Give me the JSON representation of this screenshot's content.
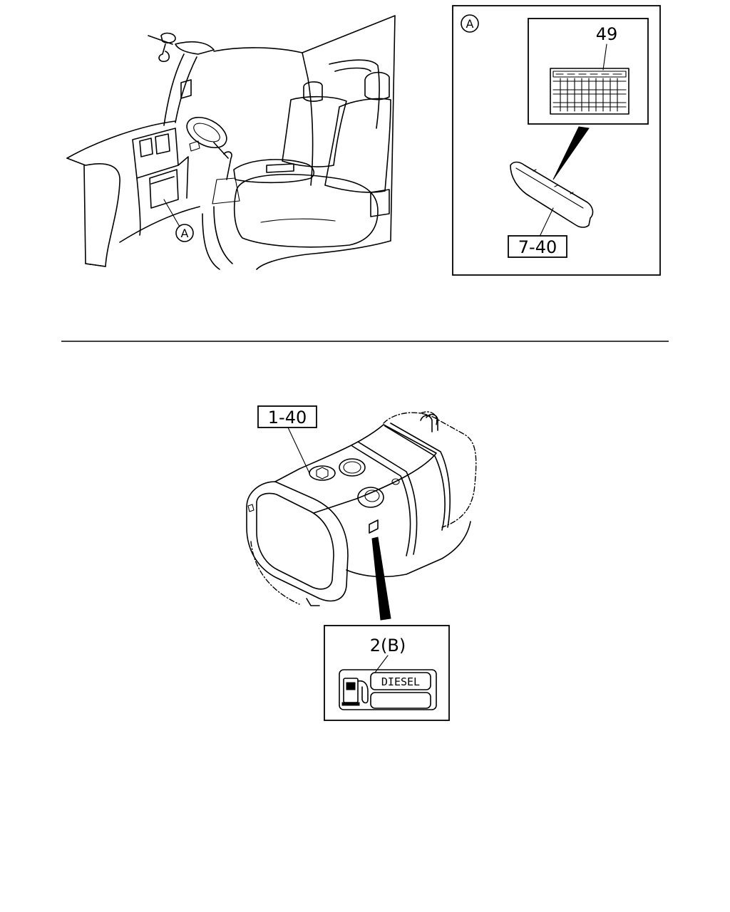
{
  "callouts": {
    "view_marker": "A",
    "view_header": "A",
    "part_plate": "49",
    "part_lid": "7-40",
    "part_tank": "1-40",
    "part_label": "2(B)"
  },
  "fuel_label": {
    "fuel_type": "DIESEL",
    "icon": "fuel-pump-icon"
  }
}
